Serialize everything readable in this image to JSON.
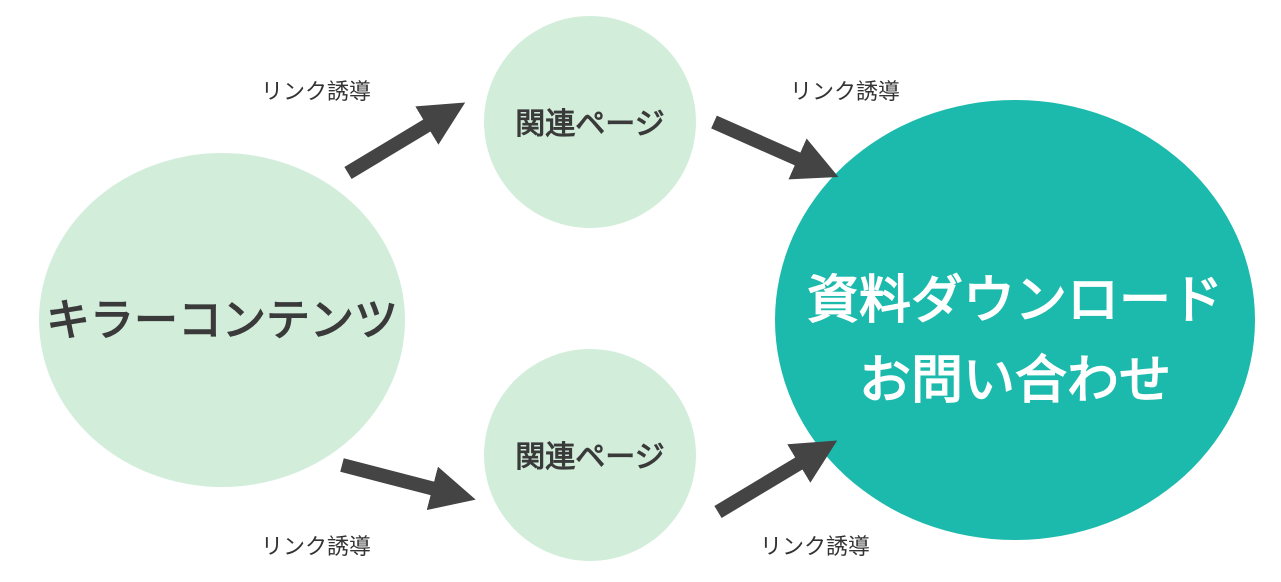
{
  "colors": {
    "light_node": "#d2eedb",
    "accent_node": "#1bbaac",
    "arrow": "#444444",
    "label_dark": "#3a3a3a",
    "label_light": "#ffffff"
  },
  "nodes": {
    "killer": {
      "label": "キラーコンテンツ"
    },
    "related_top": {
      "label": "関連ページ"
    },
    "related_bottom": {
      "label": "関連ページ"
    },
    "goal": {
      "line1": "資料ダウンロード",
      "line2": "お問い合わせ"
    }
  },
  "edges": [
    {
      "from": "killer",
      "to": "related_top",
      "label": "リンク誘導"
    },
    {
      "from": "related_top",
      "to": "goal",
      "label": "リンク誘導"
    },
    {
      "from": "killer",
      "to": "related_bottom",
      "label": "リンク誘導"
    },
    {
      "from": "related_bottom",
      "to": "goal",
      "label": "リンク誘導"
    }
  ]
}
